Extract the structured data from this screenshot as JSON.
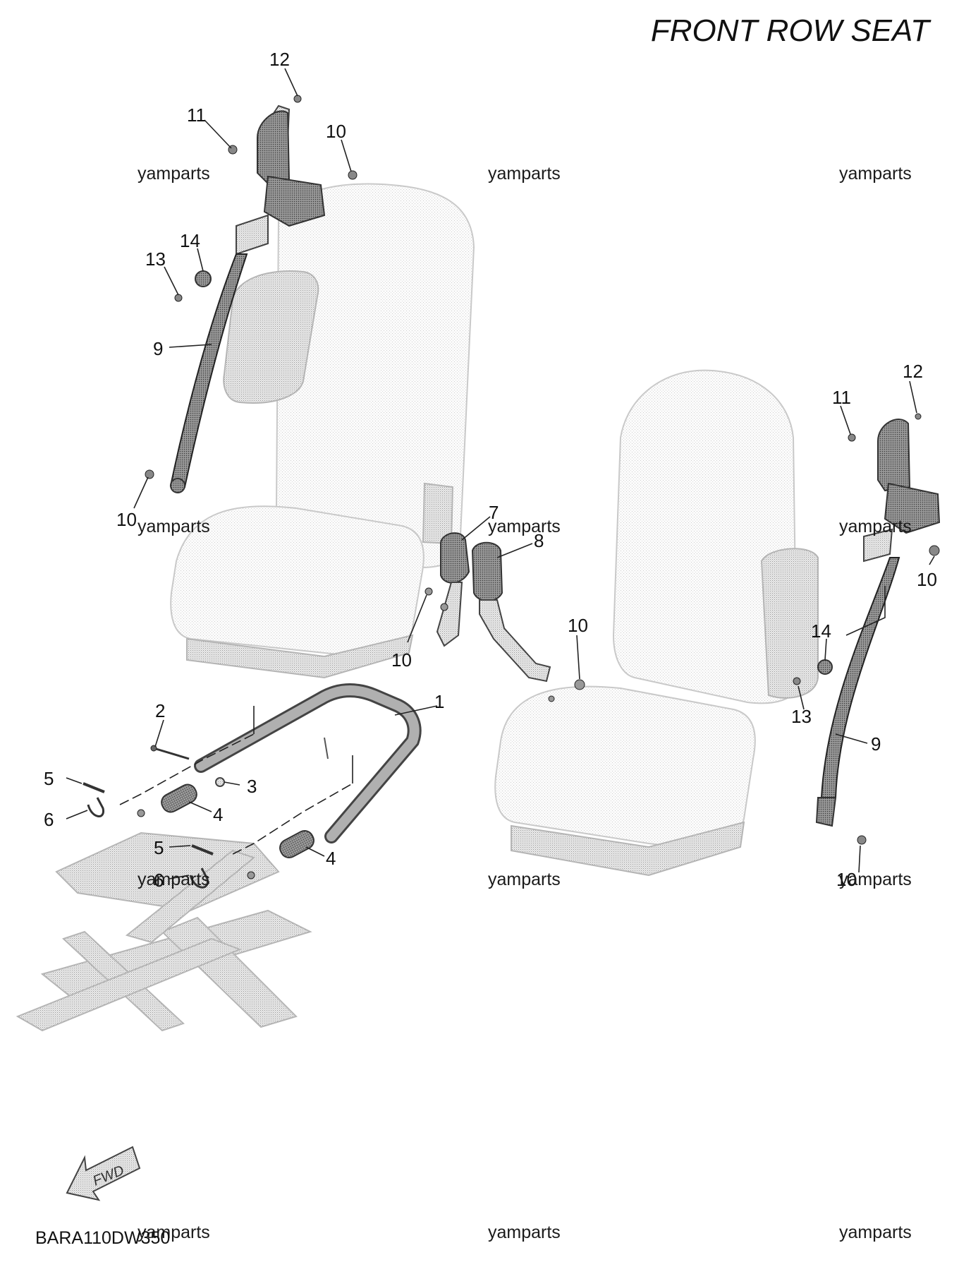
{
  "title": "FRONT ROW SEAT",
  "diagram_code": "BARA110DW350",
  "fwd_label": "FWD",
  "watermark_text": "yamparts",
  "callouts": {
    "c1": "1",
    "c2": "2",
    "c3": "3",
    "c4a": "4",
    "c4b": "4",
    "c5a": "5",
    "c5b": "5",
    "c6a": "6",
    "c6b": "6",
    "c7": "7",
    "c8": "8",
    "c9a": "9",
    "c9b": "9",
    "c10a": "10",
    "c10b": "10",
    "c10c": "10",
    "c10d": "10",
    "c10e": "10",
    "c10f": "10",
    "c11a": "11",
    "c11b": "11",
    "c12a": "12",
    "c12b": "12",
    "c13a": "13",
    "c13b": "13",
    "c14a": "14",
    "c14b": "14"
  }
}
